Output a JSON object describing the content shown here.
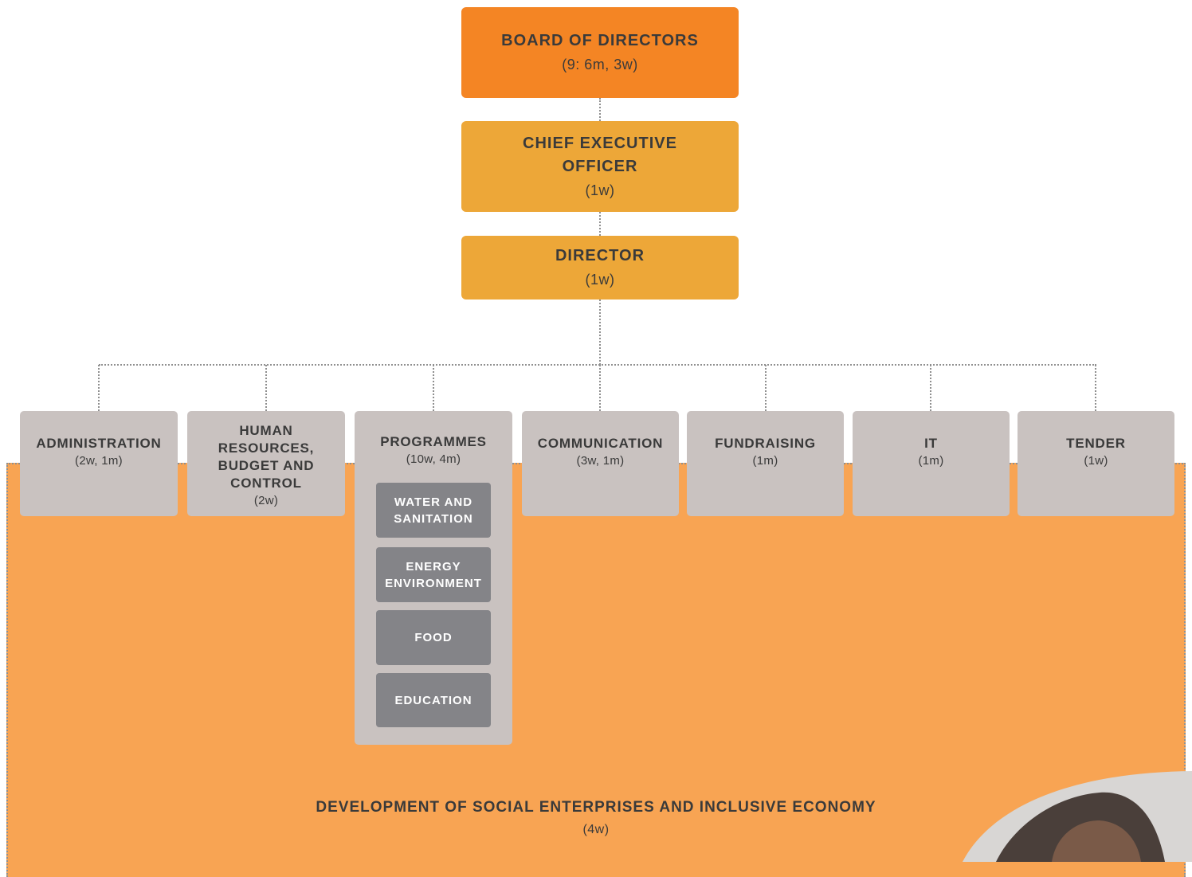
{
  "colors": {
    "board": "#f48524",
    "executive": "#eda738",
    "panel": "#f8a453",
    "department": "#c9c2c0",
    "sub_unit": "#848488",
    "connector": "#8f8f8f"
  },
  "board": {
    "title": "BOARD OF DIRECTORS",
    "count": "(9: 6m, 3w)"
  },
  "ceo": {
    "title": "CHIEF EXECUTIVE OFFICER",
    "count": "(1w)"
  },
  "director": {
    "title": "DIRECTOR",
    "count": "(1w)"
  },
  "departments": [
    {
      "title": "ADMINISTRATION",
      "count": "(2w, 1m)"
    },
    {
      "title": "HUMAN RESOURCES, BUDGET AND CONTROL",
      "count": "(2w)"
    },
    {
      "title": "PROGRAMMES",
      "count": "(10w, 4m)"
    },
    {
      "title": "COMMUNICATION",
      "count": "(3w, 1m)"
    },
    {
      "title": "FUNDRAISING",
      "count": "(1m)"
    },
    {
      "title": "IT",
      "count": "(1m)"
    },
    {
      "title": "TENDER",
      "count": "(1w)"
    }
  ],
  "programmes": [
    {
      "label": "WATER AND SANITATION"
    },
    {
      "label": "ENERGY ENVIRONMENT"
    },
    {
      "label": "FOOD"
    },
    {
      "label": "EDUCATION"
    }
  ],
  "social_enterprises": {
    "title": "DEVELOPMENT OF SOCIAL ENTERPRISES AND INCLUSIVE ECONOMY",
    "count": "(4w)"
  },
  "photo": {
    "icon": "person-photo"
  }
}
